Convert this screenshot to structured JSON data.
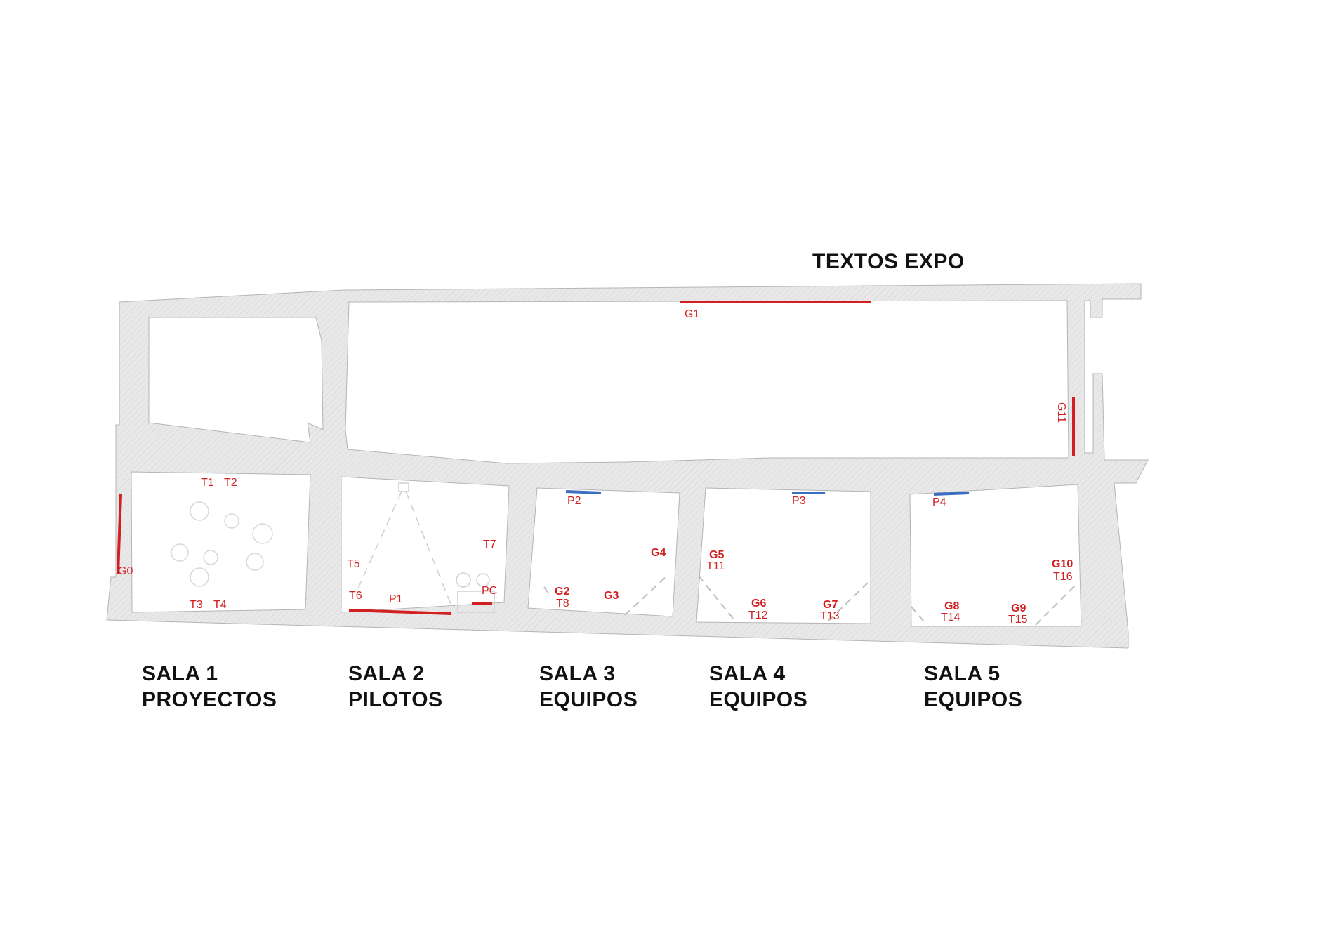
{
  "title": "TEXTOS EXPO",
  "colors": {
    "red_panel": "#d21f1f",
    "blue_panel": "#3a6ec0",
    "wall": "#e6e6e6",
    "wall_edge": "#b5b5b5"
  },
  "rooms": [
    {
      "line1": "SALA 1",
      "line2": "PROYECTOS"
    },
    {
      "line1": "SALA 2",
      "line2": "PILOTOS"
    },
    {
      "line1": "SALA 3",
      "line2": "EQUIPOS"
    },
    {
      "line1": "SALA 4",
      "line2": "EQUIPOS"
    },
    {
      "line1": "SALA 5",
      "line2": "EQUIPOS"
    }
  ],
  "markers": {
    "G0": "G0",
    "G1": "G1",
    "G2": "G2",
    "G3": "G3",
    "G4": "G4",
    "G5": "G5",
    "G6": "G6",
    "G7": "G7",
    "G8": "G8",
    "G9": "G9",
    "G10": "G10",
    "G11": "G11",
    "T1": "T1",
    "T2": "T2",
    "T3": "T3",
    "T4": "T4",
    "T5": "T5",
    "T6": "T6",
    "T7": "T7",
    "T8": "T8",
    "T11": "T11",
    "T12": "T12",
    "T13": "T13",
    "T14": "T14",
    "T15": "T15",
    "T16": "T16",
    "P1": "P1",
    "P2": "P2",
    "P3": "P3",
    "P4": "P4",
    "PC": "PC"
  }
}
